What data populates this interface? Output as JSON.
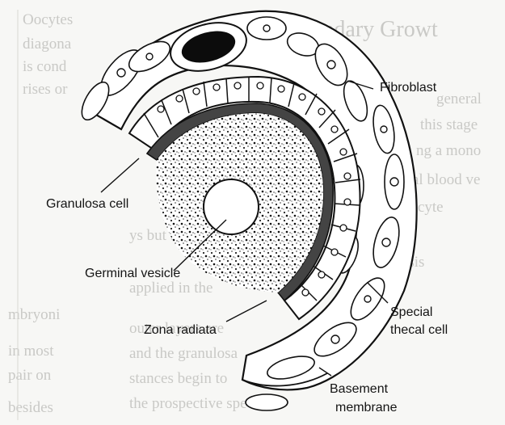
{
  "figure": {
    "labels": {
      "fibroblast": "Fibroblast",
      "granulosa_cell": "Granulosa cell",
      "germinal_vesicle": "Germinal vesicle",
      "zona_radiata": "Zona radiata",
      "special_thecal_1": "Special",
      "special_thecal_2": "thecal cell",
      "basement_1": "Basement",
      "basement_2": "membrane"
    },
    "background_text": {
      "heading": "Secondary Growt",
      "left_lines": [
        "Oocytes",
        "diagona",
        "is cond",
        "rises or",
        "mbryoni",
        "in most",
        "pair on",
        "besides"
      ],
      "right_lines": [
        "general",
        "this stage",
        "ng a mono",
        "al blood ve",
        "the oocyte",
        "ys but b",
        "ogenesis",
        "applied in the",
        "outer layers are",
        "and the granulosa",
        "stances begin to",
        "the prospective spe"
      ]
    }
  }
}
